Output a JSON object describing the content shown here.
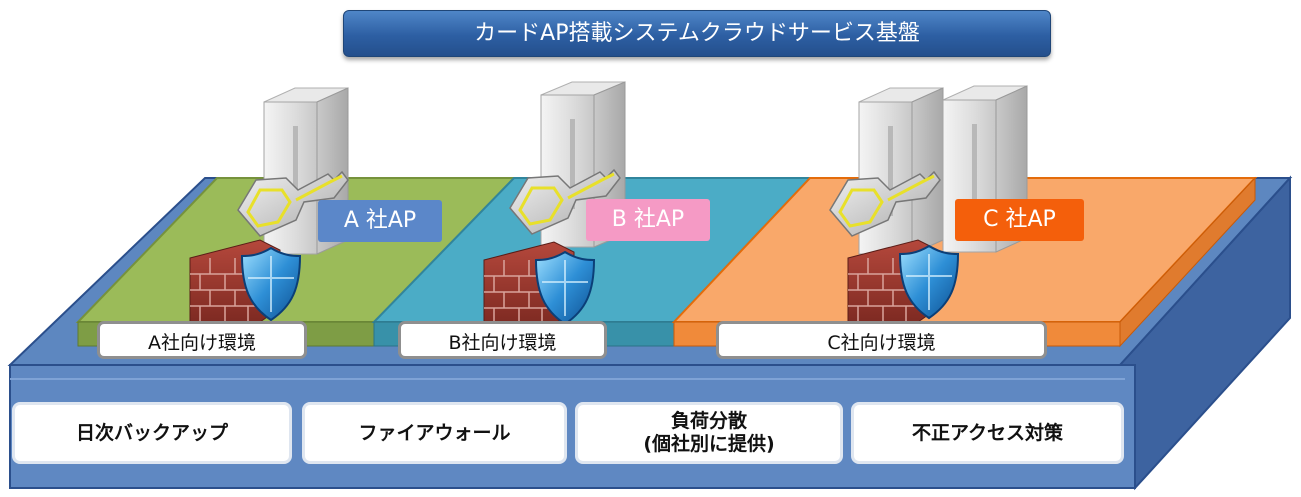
{
  "title": "カードAP搭載システムクラウドサービス基盤",
  "tenants": [
    {
      "ap_label": "A 社AP",
      "env_label": "A社向け環境",
      "zone_color": "#9bbb59",
      "ap_color": "#5b87c9"
    },
    {
      "ap_label": "B 社AP",
      "env_label": "B社向け環境",
      "zone_color": "#4bacc6",
      "ap_color": "#f59ac5"
    },
    {
      "ap_label": "C 社AP",
      "env_label": "C社向け環境",
      "zone_color": "#f79646",
      "ap_color": "#f45f0b"
    }
  ],
  "services": [
    {
      "lines": [
        "日次バックアップ"
      ]
    },
    {
      "lines": [
        "ファイアウォール"
      ]
    },
    {
      "lines": [
        "負荷分散",
        "(個社別に提供)"
      ]
    },
    {
      "lines": [
        "不正アクセス対策"
      ]
    }
  ],
  "colors": {
    "platform_top": "#5d87c0",
    "platform_front": "#5f88c2",
    "platform_side": "#3d63a0",
    "platform_edge": "#2b4f8c"
  },
  "icons": [
    "server-icon",
    "key-icon",
    "firewall-brick-icon",
    "shield-icon"
  ]
}
